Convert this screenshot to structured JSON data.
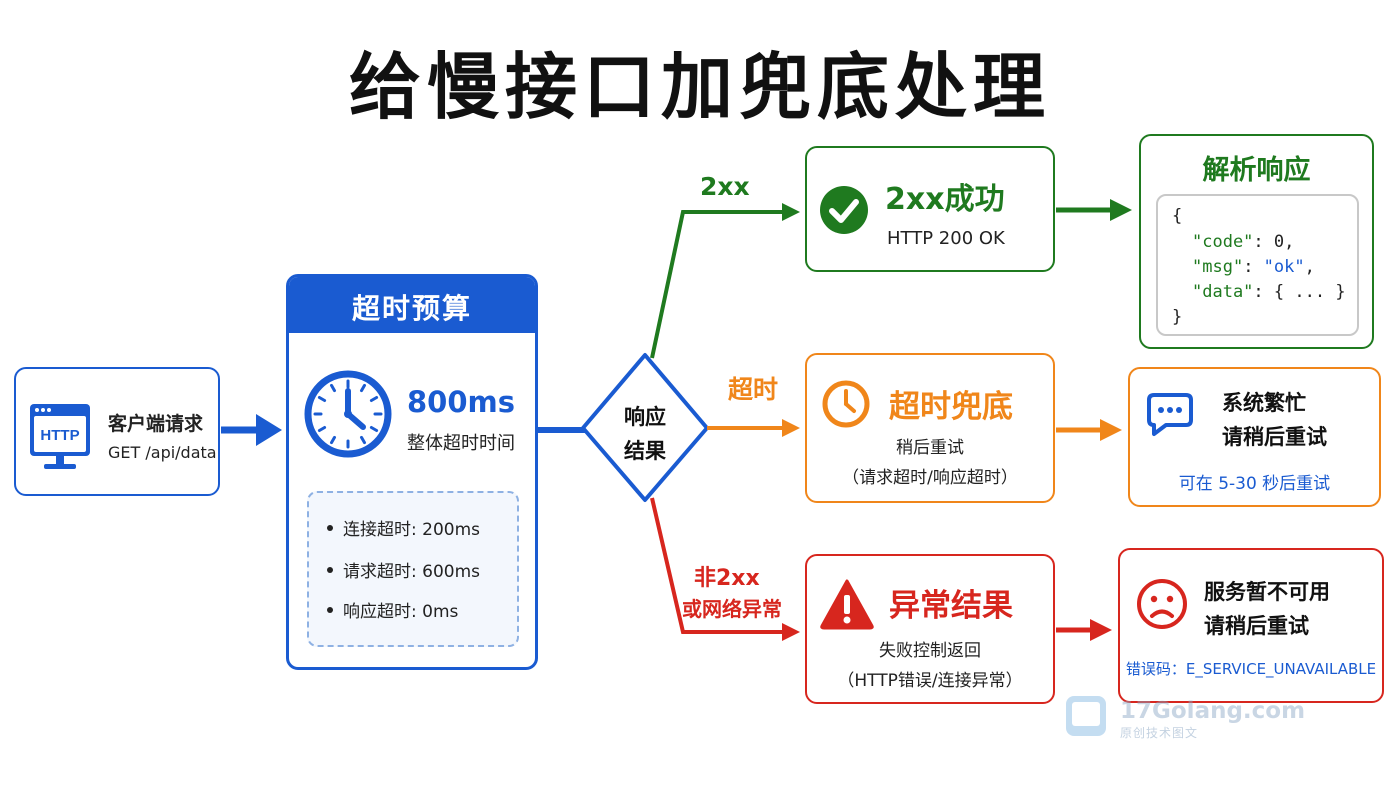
{
  "title": "给慢接口加兜底处理",
  "client": {
    "icon_text": "HTTP",
    "label": "客户端请求",
    "endpoint": "GET /api/data"
  },
  "budget": {
    "header": "超时预算",
    "total": "800ms",
    "total_desc": "整体超时时间",
    "items": [
      "连接超时: 200ms",
      "请求超时: 600ms",
      "响应超时: 0ms"
    ]
  },
  "decision": {
    "line1": "响应",
    "line2": "结果"
  },
  "branches": {
    "success_label": "2xx",
    "timeout_label": "超时",
    "error_label_1": "非2xx",
    "error_label_2": "或网络异常"
  },
  "success": {
    "title": "2xx成功",
    "subtitle": "HTTP 200 OK"
  },
  "timeout": {
    "title": "超时兜底",
    "line1": "稍后重试",
    "line2": "（请求超时/响应超时）"
  },
  "error": {
    "title": "异常结果",
    "line1": "失败控制返回",
    "line2": "（HTTP错误/连接异常）"
  },
  "parse": {
    "title": "解析响应",
    "json": {
      "open": "{",
      "k1": "\"code\"",
      "v1": "0",
      "k2": "\"msg\"",
      "v2": "\"ok\"",
      "k3": "\"data\"",
      "v3": "{ ... }",
      "close": "}"
    }
  },
  "busy": {
    "line1": "系统繁忙",
    "line2": "请稍后重试",
    "hint": "可在 5-30 秒后重试"
  },
  "unavailable": {
    "line1": "服务暂不可用",
    "line2": "请稍后重试",
    "code": "错误码：E_SERVICE_UNAVAILABLE"
  },
  "watermark": {
    "brand": "17Golang.com",
    "sub": "原创技术图文"
  },
  "colors": {
    "blue": "#1a5bd1",
    "green": "#1f7a1f",
    "orange": "#f0861a",
    "red": "#d7261e"
  }
}
